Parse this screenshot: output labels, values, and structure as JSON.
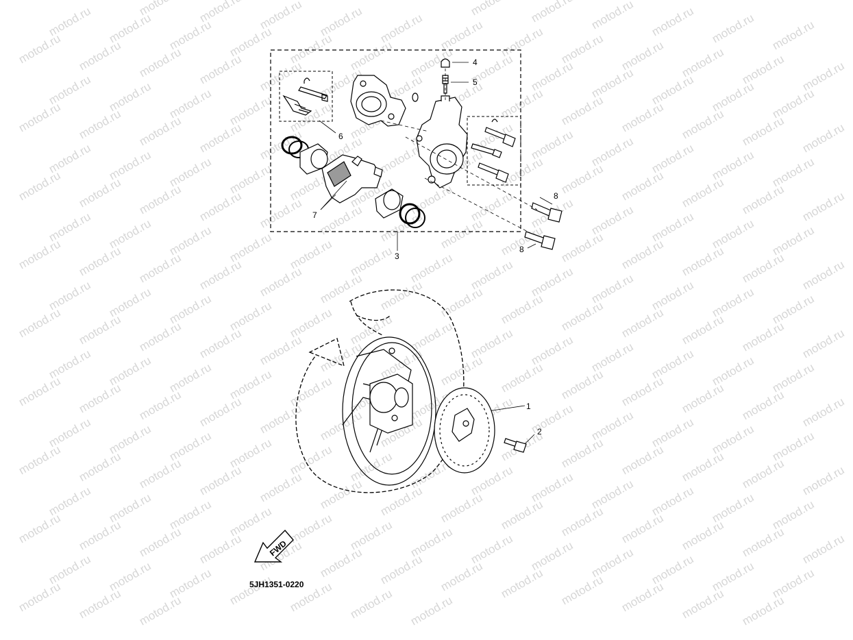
{
  "watermark_text": "motod.ru",
  "callouts": {
    "c1": "1",
    "c2": "2",
    "c3": "3",
    "c4": "4",
    "c5": "5",
    "c6": "6",
    "c7": "7",
    "c8a": "8",
    "c8b": "8"
  },
  "fwd_label": "FWD",
  "diagram_code": "5JH1351-0220"
}
